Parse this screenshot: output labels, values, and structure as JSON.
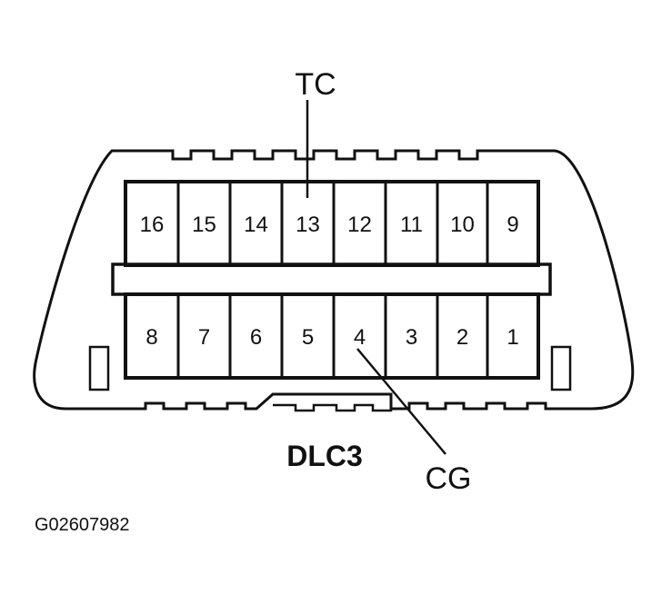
{
  "diagram": {
    "title": "DLC3",
    "figure_id": "G02607982",
    "callouts": {
      "tc": "TC",
      "cg": "CG"
    },
    "top_row_pins": [
      "16",
      "15",
      "14",
      "13",
      "12",
      "11",
      "10",
      "9"
    ],
    "bottom_row_pins": [
      "8",
      "7",
      "6",
      "5",
      "4",
      "3",
      "2",
      "1"
    ]
  }
}
